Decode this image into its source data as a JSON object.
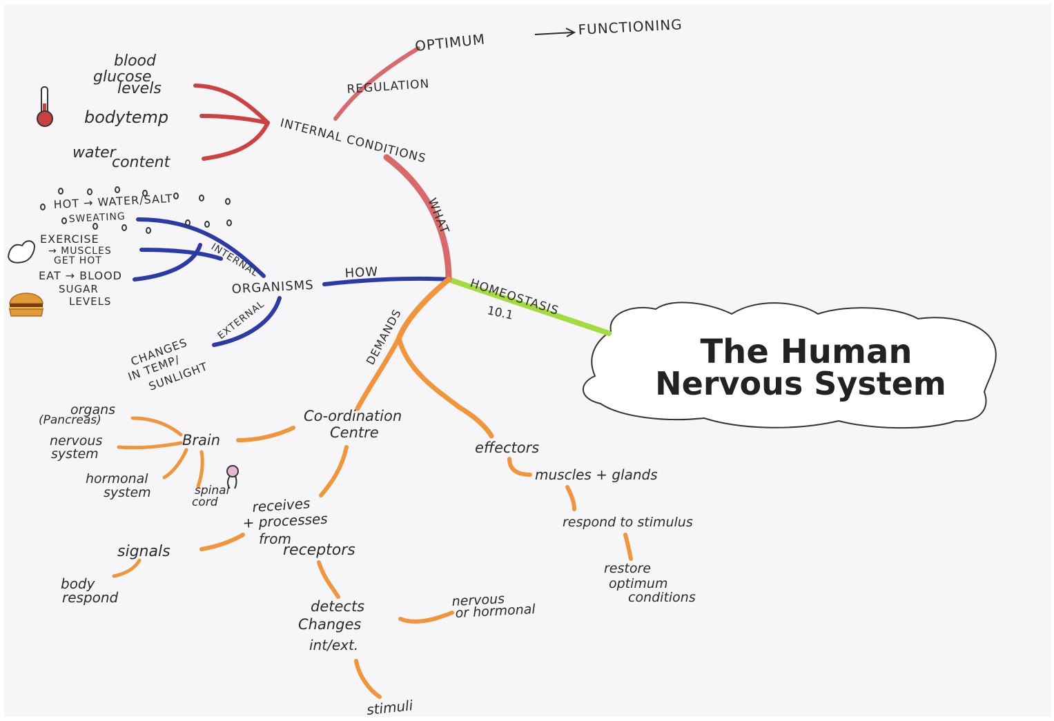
{
  "title": {
    "line1": "The Human",
    "line2": "Nervous System"
  },
  "colors": {
    "red": "#cf4040",
    "redlight": "#d9686a",
    "blue": "#2b3aa6",
    "orange": "#f2953a",
    "green": "#a4db3e",
    "ink": "#2a2a2a"
  },
  "icons": [
    "thermometer-icon",
    "flexed-arm-icon",
    "burger-icon",
    "spinal-cord-icon",
    "sweat-drops"
  ],
  "branches": {
    "homeostasis": {
      "label": "HOMEOSTASIS",
      "note": "10.1"
    },
    "what": {
      "label": "WHAT",
      "internal_conditions": "INTERNAL CONDITIONS",
      "regulation": "REGULATION",
      "optimum": "OPTIMUM",
      "functioning": "FUNCTIONING",
      "blood_glucose": [
        "blood",
        "glucose",
        "levels"
      ],
      "body_temp": "bodytemp",
      "water_content": [
        "water",
        "content"
      ]
    },
    "how": {
      "label": "HOW",
      "organisms": "ORGANISMS",
      "internal": "INTERNAL",
      "external": "EXTERNAL",
      "hot": [
        "HOT → WATER/SALT",
        "SWEATING"
      ],
      "exercise": [
        "EXERCISE",
        "→ MUSCLES",
        "GET HOT"
      ],
      "eat": [
        "EAT → BLOOD",
        "SUGAR",
        "LEVELS"
      ],
      "changes": [
        "CHANGES",
        "IN TEMP/",
        "SUNLIGHT"
      ]
    },
    "demands": {
      "label": "DEMANDS",
      "coordination": [
        "Co-ordination",
        "Centre"
      ],
      "brain": "Brain",
      "organs": [
        "organs",
        "(Pancreas)"
      ],
      "nervous_system": [
        "nervous",
        "system"
      ],
      "hormonal_system": [
        "hormonal",
        "system"
      ],
      "spinal_cord": [
        "spinal",
        "cord"
      ],
      "receives": [
        "receives",
        "+ processes",
        "from",
        "receptors"
      ],
      "signals": "signals",
      "body_respond": [
        "body",
        "respond"
      ],
      "detects": [
        "detects",
        "Changes",
        "int/ext."
      ],
      "nervous_hormonal": [
        "nervous",
        "or hormonal"
      ],
      "stimuli": "stimuli",
      "effectors": "effectors",
      "muscles_glands": "muscles + glands",
      "respond": "respond to stimulus",
      "restore": [
        "restore",
        "optimum",
        "conditions"
      ]
    }
  }
}
